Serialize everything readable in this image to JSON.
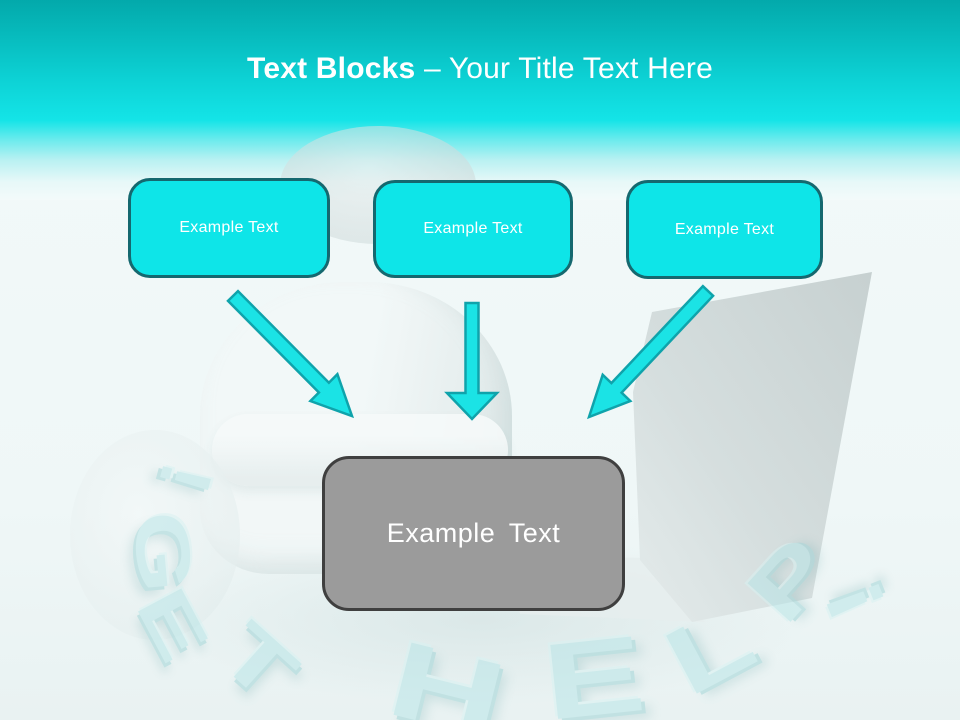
{
  "title": {
    "bold": "Text Blocks",
    "regular": "– Your Title Text Here"
  },
  "blocks": {
    "top": [
      {
        "label": "Example Text"
      },
      {
        "label": "Example Text"
      },
      {
        "label": "Example Text"
      }
    ],
    "result": {
      "label": "Example Text"
    }
  },
  "background": {
    "phrase": "GET HELP!",
    "floor_letters": [
      "!",
      "G",
      "E",
      "T",
      "H",
      "E",
      "L",
      "P",
      "!"
    ]
  },
  "colors": {
    "header_teal_dark": "#03a9ab",
    "header_teal_bright": "#14e4e7",
    "block_fill": "#0ee5e8",
    "block_border": "#15686f",
    "arrow_fill": "#1be3e5",
    "arrow_stroke": "#0fa3ab",
    "result_fill": "#9b9b9b",
    "result_border": "#3f3f3f",
    "text_white": "#ffffff",
    "floor_letter_color": "#b5e5e7"
  }
}
